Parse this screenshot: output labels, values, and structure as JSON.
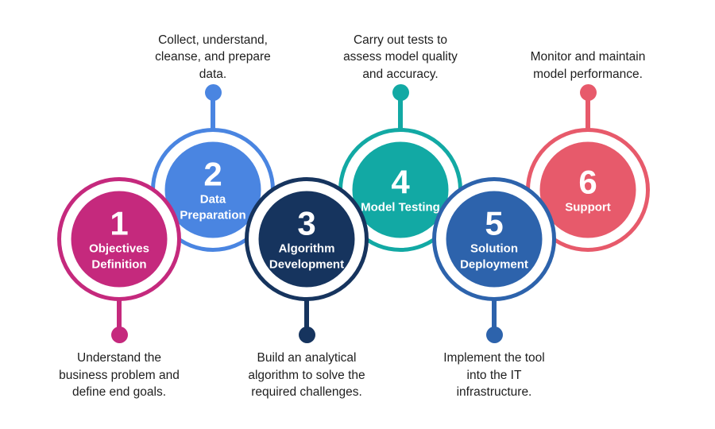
{
  "diagram": {
    "type": "process-infographic",
    "background": "#FFFFFF",
    "text_color": "#1E1E1E"
  },
  "steps": [
    {
      "number": "1",
      "label": "Objectives Definition",
      "color": "#C5297D",
      "description": "Understand the\nbusiness problem and\ndefine end goals.",
      "description_position": "bottom"
    },
    {
      "number": "2",
      "label": "Data Preparation",
      "color": "#4A85E1",
      "description": "Collect, understand,\ncleanse, and prepare\ndata.",
      "description_position": "top"
    },
    {
      "number": "3",
      "label": "Algorithm Development",
      "color": "#16345E",
      "description": "Build an analytical\nalgorithm to solve the\nrequired challenges.",
      "description_position": "bottom"
    },
    {
      "number": "4",
      "label": "Model Testing",
      "color": "#12A9A4",
      "description": "Carry out tests to\nassess model quality\nand accuracy.",
      "description_position": "top"
    },
    {
      "number": "5",
      "label": "Solution Deployment",
      "color": "#2D63AC",
      "description": "Implement the tool\ninto the IT\ninfrastructure.",
      "description_position": "bottom"
    },
    {
      "number": "6",
      "label": "Support",
      "color": "#E75A6B",
      "description": "Monitor and maintain\nmodel performance.",
      "description_position": "top"
    }
  ]
}
